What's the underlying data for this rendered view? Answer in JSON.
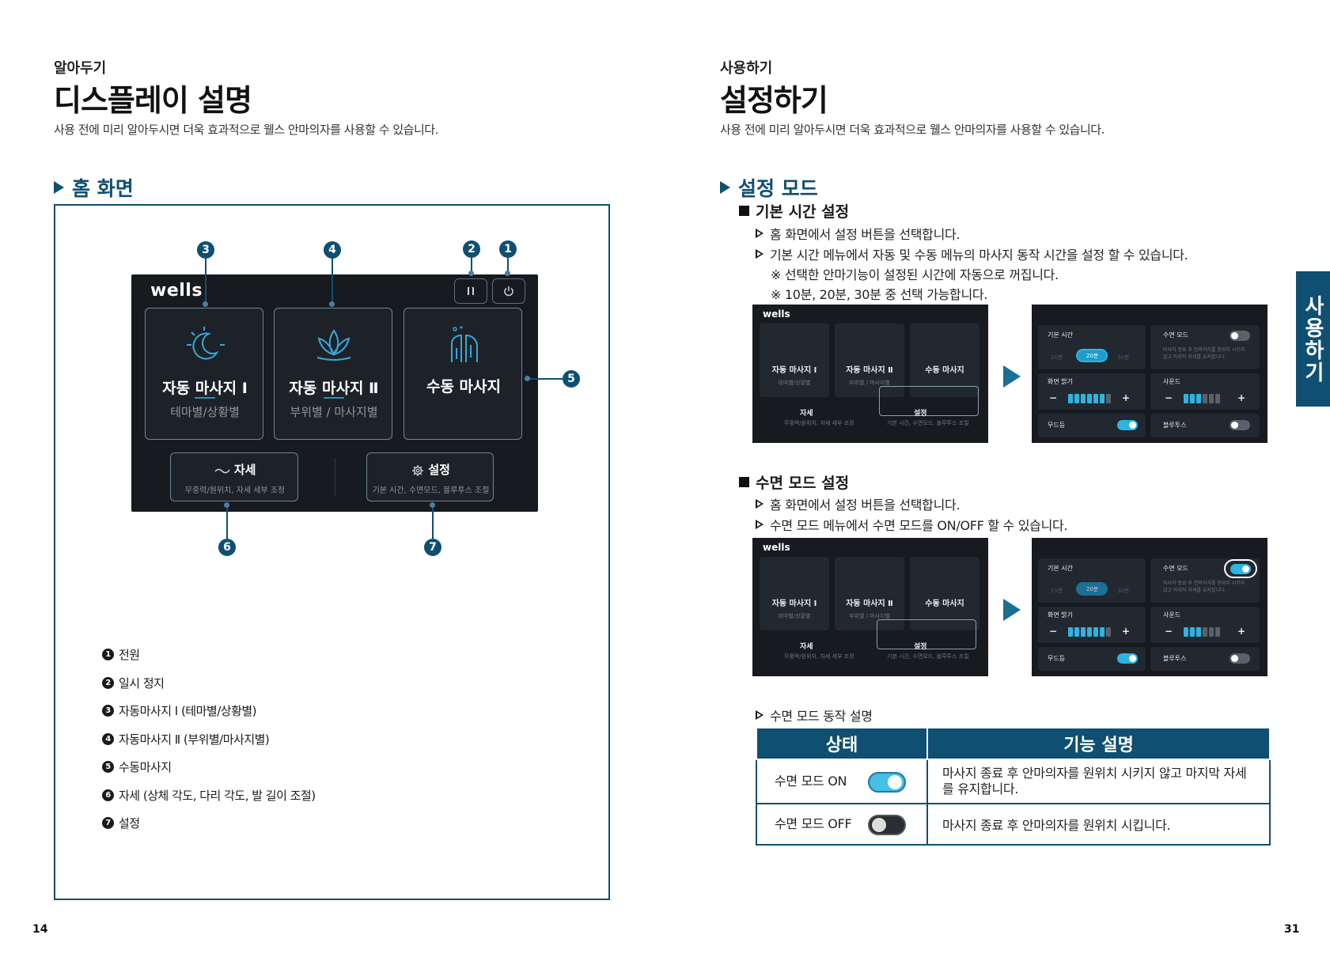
{
  "left": {
    "eyebrow": "알아두기",
    "title": "디스플레이 설명",
    "subtitle": "사용 전에 미리 알아두시면 더욱 효과적으로 웰스 안마의자를 사용할 수 있습니다.",
    "section_title": "홈 화면",
    "screen": {
      "logo": "wells",
      "pause_icon": "pause-icon",
      "power_icon": "power-icon",
      "cards": [
        {
          "title": "자동 마사지 Ⅰ",
          "sub": "테마별/상황별",
          "icon": "moon-sun-icon"
        },
        {
          "title": "자동 마사지 Ⅱ",
          "sub": "부위별 / 마사지별",
          "icon": "lotus-icon"
        },
        {
          "title": "수동 마사지",
          "sub": "",
          "icon": "body-icon"
        }
      ],
      "posture": {
        "title": "자세",
        "sub": "무중력/원위치, 자세 세부 조정"
      },
      "settings": {
        "title": "설정",
        "sub": "기본 시간, 수면모드, 블루투스 조절"
      }
    },
    "callouts": [
      "1",
      "2",
      "3",
      "4",
      "5",
      "6",
      "7"
    ],
    "legend": [
      {
        "num": "1",
        "text": "전원"
      },
      {
        "num": "2",
        "text": "일시 정지"
      },
      {
        "num": "3",
        "text": "자동마사지 Ⅰ (테마별/상황별)"
      },
      {
        "num": "4",
        "text": "자동마사지 Ⅱ (부위별/마사지별)"
      },
      {
        "num": "5",
        "text": "수동마사지"
      },
      {
        "num": "6",
        "text": "자세 (상체 각도, 다리 각도, 발 길이 조절)"
      },
      {
        "num": "7",
        "text": "설정"
      }
    ],
    "page_number": "14"
  },
  "right": {
    "eyebrow": "사용하기",
    "title": "설정하기",
    "subtitle": "사용 전에 미리 알아두시면 더욱 효과적으로 웰스 안마의자를 사용할 수 있습니다.",
    "section_title": "설정 모드",
    "basic_time": {
      "title": "기본 시간 설정",
      "steps": [
        "홈 화면에서 설정 버튼을 선택합니다.",
        "기본 시간 메뉴에서 자동 및 수동 메뉴의 마사지 동작 시간을 설정 할 수 있습니다."
      ],
      "notes": [
        "※ 선택한 안마기능이 설정된 시간에 자동으로 꺼집니다.",
        "※ 10분, 20분, 30분 중 선택 가능합니다."
      ]
    },
    "sleep_mode": {
      "title": "수면 모드 설정",
      "steps": [
        "홈 화면에서 설정 버튼을 선택합니다.",
        "수면 모드 메뉴에서 수면 모드를 ON/OFF 할  수 있습니다."
      ],
      "op_label": "수면 모드 동작 설명"
    },
    "mini_home": {
      "logo": "wells",
      "cards": [
        "자동 마사지 Ⅰ",
        "자동 마사지 Ⅱ",
        "수동 마사지"
      ],
      "subs": [
        "테마별/상황별",
        "부위별 / 마사지별",
        ""
      ],
      "posture": "자세",
      "posture_sub": "무중력/원위치, 자세 세부 조정",
      "settings": "설정",
      "settings_sub": "기본 시간, 수면모드, 블루투스 조절"
    },
    "mini_settings": {
      "basic_time": "기본 시간",
      "times": [
        "10분",
        "20분",
        "30분"
      ],
      "sleep_mode": "수면 모드",
      "sleep_desc": "마사지 종료 후 안마의자를 원위치 시키지 않고 마지막 자세를 유지합니다.",
      "brightness": "화면 밝기",
      "sound": "사운드",
      "mood": "무드등",
      "bluetooth": "블루투스",
      "minus": "−",
      "plus": "+"
    },
    "table": {
      "headers": [
        "상태",
        "기능 설명"
      ],
      "rows": [
        {
          "state": "수면 모드 ON",
          "desc": "마사지 종료 후 안마의자를 원위치 시키지 않고 마지막 자세를 유지합니다."
        },
        {
          "state": "수면 모드 OFF",
          "desc": "마사지 종료 후 안마의자를 원위치 시킵니다."
        }
      ]
    },
    "side_tab": "사용하기",
    "page_number": "31"
  },
  "colors": {
    "accent": "#0f4f72",
    "toggle_on": "#2fb3e0",
    "screen_bg": "#171a1f"
  }
}
